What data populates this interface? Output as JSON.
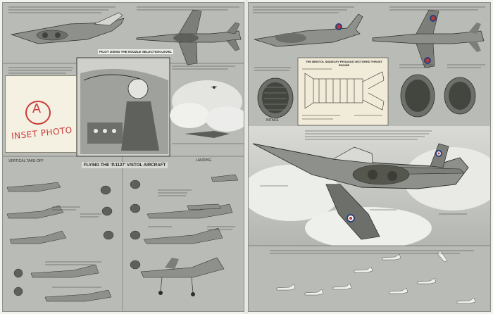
{
  "left_page": {
    "nozzle_caption": "PILOT USING THE NOZZLE SELECTION LEVEL",
    "title_banner": "FLYING THE 'P.1127' V/STOL AIRCRAFT",
    "inset_annotation": {
      "letter": "A",
      "note": "INSET PHOTO"
    },
    "landing_label": "LANDING",
    "vertical_take_off_label": "VERTICAL TAKE-OFF"
  },
  "right_page": {
    "cutaway_title": "THE BRISTOL SIDDELEY PEGASUS VECTORED THRUST ENGINE",
    "intake_label": "INTAKE"
  },
  "colors": {
    "paper": "#b9bbb6",
    "ink": "#2b2d2a",
    "note_red": "#c93a3a",
    "roundel_blue": "#2d3f7a",
    "roundel_red": "#b23a3a"
  },
  "icons": [
    "aircraft-side-icon",
    "aircraft-plan-icon",
    "roundel-icon",
    "nozzle-icon"
  ]
}
